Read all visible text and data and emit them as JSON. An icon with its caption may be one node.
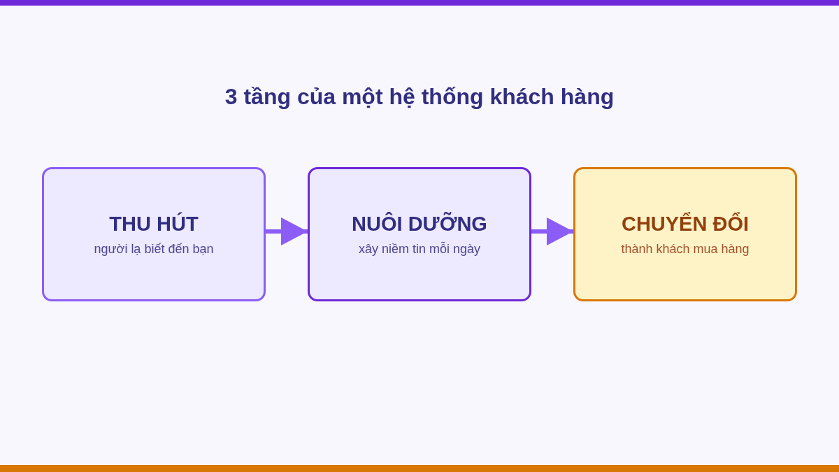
{
  "diagram": {
    "title": "3 tầng của một hệ thống khách hàng",
    "nodes": [
      {
        "text": [
          "THU HÚT",
          "người lạ biết đến bạn"
        ]
      },
      {
        "text": [
          "NUÔI DƯỠNG",
          "xây niềm tin mỗi ngày"
        ]
      },
      {
        "text": [
          "CHUYỂN ĐỔI",
          "thành khách mua hàng"
        ]
      }
    ],
    "edges": [
      {
        "from": 0,
        "to": 1,
        "arrow": "to"
      },
      {
        "from": 1,
        "to": 2,
        "arrow": "to"
      }
    ]
  }
}
